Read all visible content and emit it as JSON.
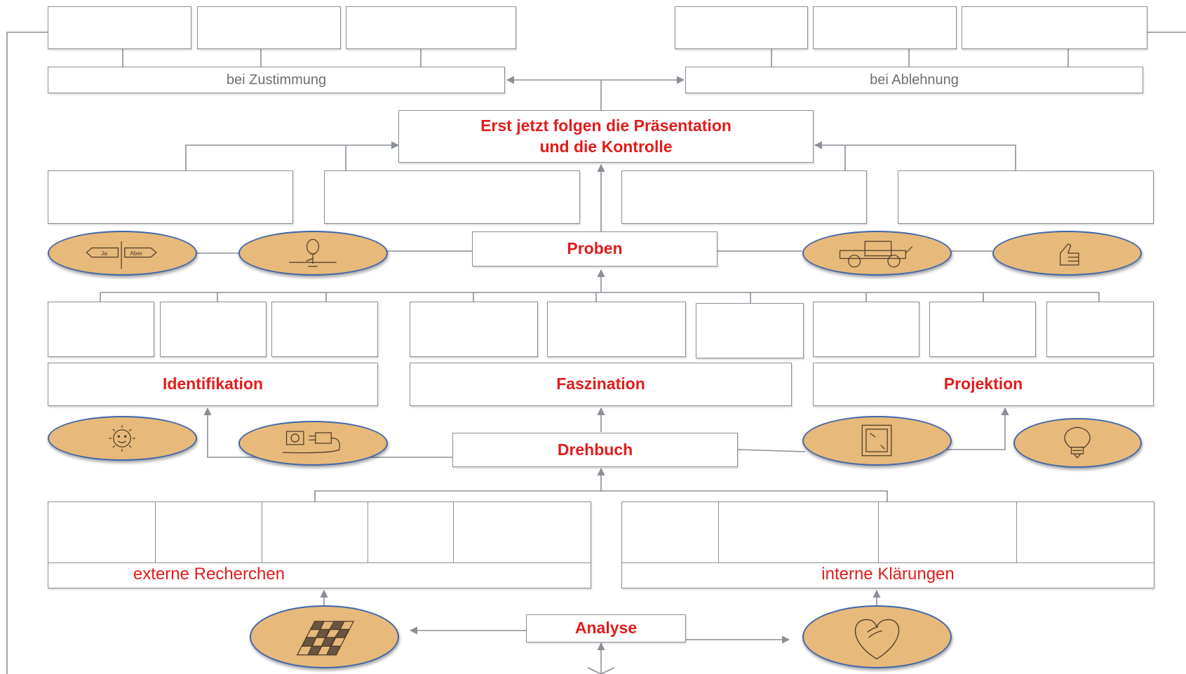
{
  "approval": {
    "label": "bei Zustimmung"
  },
  "rejection": {
    "label": "bei Ablehnung"
  },
  "presentation": {
    "line1": "Erst jetzt folgen die Präsentation",
    "line2": "und die Kontrolle"
  },
  "proben": {
    "label": "Proben"
  },
  "stages": {
    "identifikation": "Identifikation",
    "faszination": "Faszination",
    "projektion": "Projektion"
  },
  "drehbuch": {
    "label": "Drehbuch"
  },
  "research": {
    "external": "externe Recherchen",
    "internal": "interne Klärungen"
  },
  "analyse": {
    "label": "Analyse"
  },
  "icons": {
    "signpost_left": "Ja",
    "signpost_right": "Aber",
    "names": [
      "signpost-icon",
      "lightbulb-figure-icon",
      "tractor-icon",
      "thumbs-up-icon",
      "sun-icon",
      "power-plug-icon",
      "frame-icon",
      "light-bulb-icon",
      "checkerboard-icon",
      "heart-icon"
    ]
  },
  "colors": {
    "accent_text": "#e31b1b",
    "oval_fill": "#e7b97a",
    "oval_border": "#3f67ab",
    "line": "#8a8f97"
  }
}
